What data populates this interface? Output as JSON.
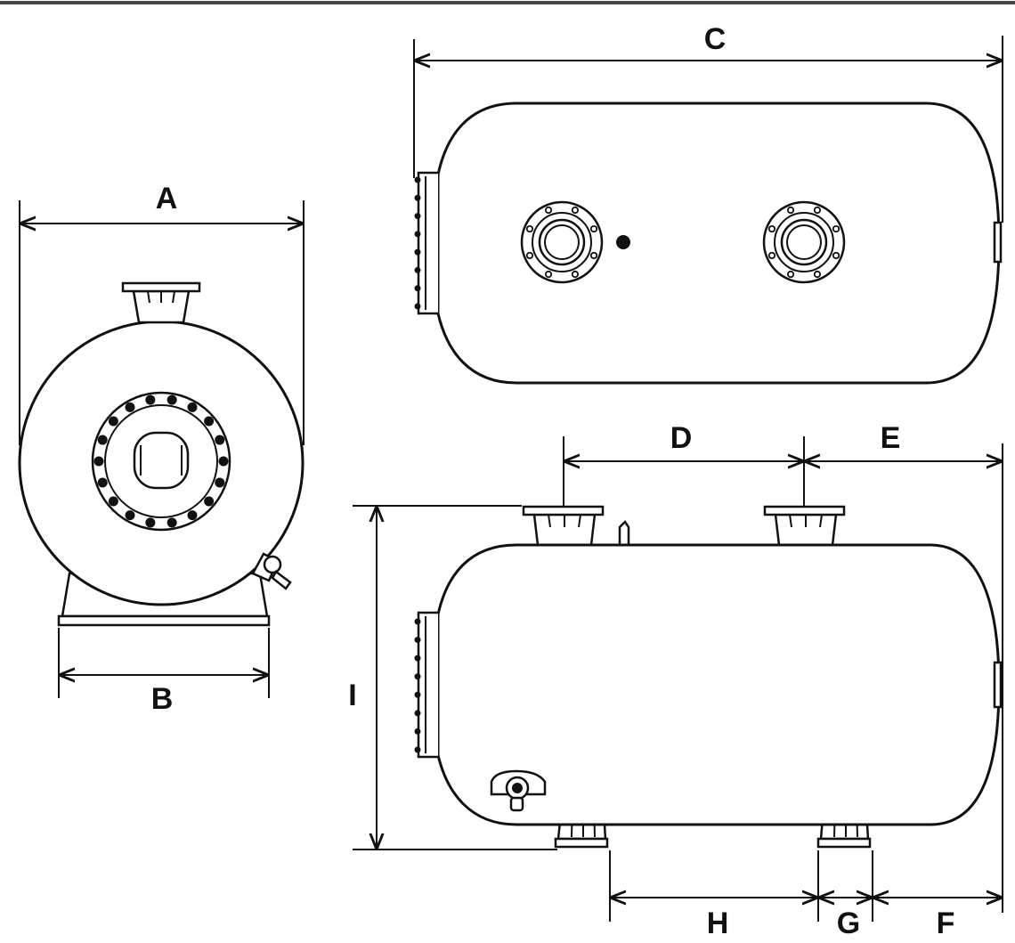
{
  "colors": {
    "ink": "#111111",
    "background": "#ffffff"
  },
  "dimensions": {
    "A": "A",
    "B": "B",
    "C": "C",
    "D": "D",
    "E": "E",
    "F": "F",
    "G": "G",
    "H": "H",
    "I": "I"
  }
}
